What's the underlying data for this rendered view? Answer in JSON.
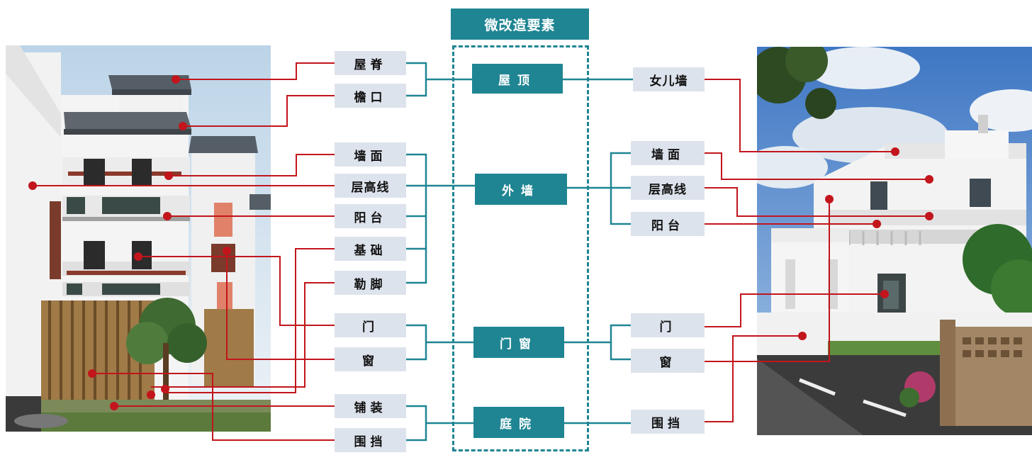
{
  "title": "微改造要素",
  "categories": {
    "roof": "屋顶",
    "wall": "外墙",
    "door_window": "门窗",
    "yard": "庭院"
  },
  "left_items": [
    "屋脊",
    "檐口",
    "墙面",
    "层高线",
    "阳台",
    "基础",
    "勒脚",
    "门",
    "窗",
    "铺装",
    "围挡"
  ],
  "right_items": [
    "女儿墙",
    "墙面",
    "层高线",
    "阳台",
    "门",
    "窗",
    "围挡"
  ],
  "colors": {
    "teal": "#1f8593",
    "red": "#c2151c",
    "item_bg": "#dde3ec"
  },
  "icons": [
    "photo-left-building",
    "photo-right-building"
  ]
}
